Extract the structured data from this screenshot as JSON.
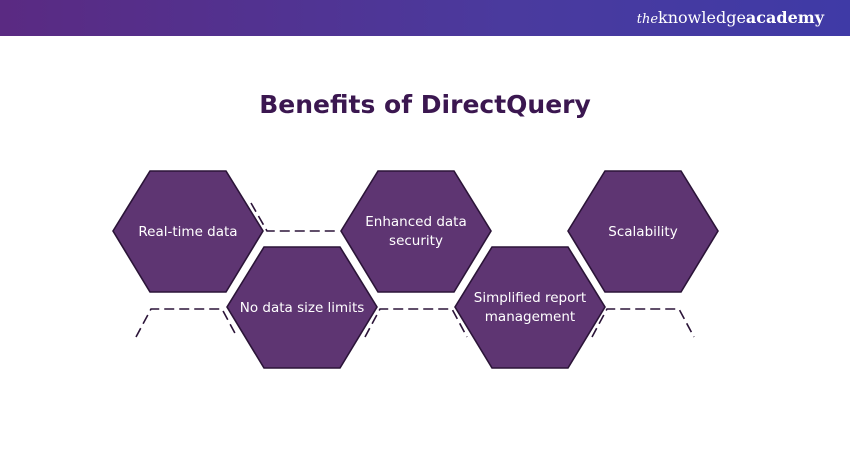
{
  "header": {
    "brand_prefix": "the",
    "brand_main": "knowledge",
    "brand_suffix": "academy"
  },
  "title": "Benefits of DirectQuery",
  "benefits": [
    {
      "line1": "Real-time data",
      "line2": ""
    },
    {
      "line1": "No data size limits",
      "line2": ""
    },
    {
      "line1": "Enhanced data",
      "line2": "security"
    },
    {
      "line1": "Simplified report",
      "line2": "management"
    },
    {
      "line1": "Scalability",
      "line2": ""
    }
  ],
  "colors": {
    "header_start": "#5a2a82",
    "header_end": "#3f3aa6",
    "hexagon_fill": "#5e3572",
    "hexagon_stroke": "#2b1438",
    "title": "#3b1750"
  }
}
